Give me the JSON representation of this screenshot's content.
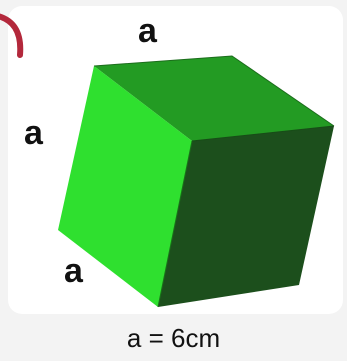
{
  "labels": {
    "top_edge": "a",
    "left_edge": "a",
    "bottom_edge": "a"
  },
  "caption": "a = 6cm",
  "colors": {
    "front_face": "#2fe02f",
    "top_face": "#239b23",
    "side_face": "#1c4f1c",
    "background": "#ffffff",
    "text": "#111111",
    "accent_red": "#b3283b"
  }
}
